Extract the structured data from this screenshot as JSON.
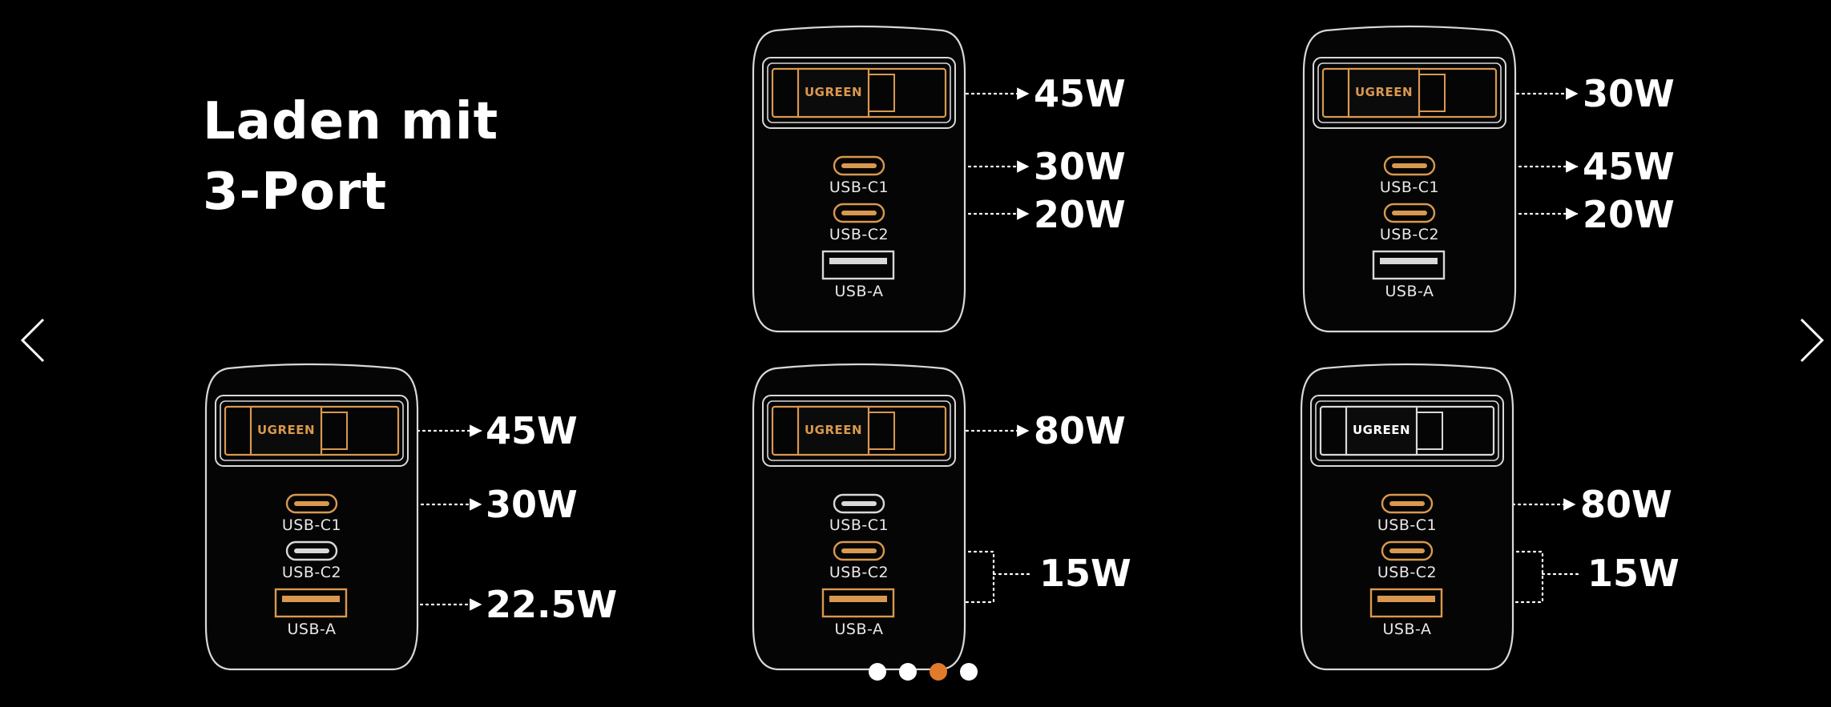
{
  "headline": {
    "line1": "Laden mit",
    "line2": "3-Port"
  },
  "colors": {
    "accent": "#d9984f",
    "outline": "#d8d8d8",
    "active_dot": "#e07b2b",
    "inactive_dot": "#ffffff",
    "background": "#000000"
  },
  "brand_label": "UGREEN",
  "port_labels": {
    "c1": "USB-C1",
    "c2": "USB-C2",
    "a": "USB-A"
  },
  "chargers": [
    {
      "id": "top-middle",
      "outputs": [
        {
          "port": "usb-c3-top",
          "watt": "45W",
          "active": true
        },
        {
          "port": "usb-c1",
          "watt": "30W",
          "active": true
        },
        {
          "port": "usb-c2",
          "watt": "20W",
          "active": true
        },
        {
          "port": "usb-a",
          "watt": "",
          "active": false
        }
      ]
    },
    {
      "id": "top-right",
      "outputs": [
        {
          "port": "usb-c3-top",
          "watt": "30W",
          "active": true
        },
        {
          "port": "usb-c1",
          "watt": "45W",
          "active": true
        },
        {
          "port": "usb-c2",
          "watt": "20W",
          "active": true
        },
        {
          "port": "usb-a",
          "watt": "",
          "active": false
        }
      ]
    },
    {
      "id": "bottom-left",
      "outputs": [
        {
          "port": "usb-c3-top",
          "watt": "45W",
          "active": true
        },
        {
          "port": "usb-c1",
          "watt": "30W",
          "active": true
        },
        {
          "port": "usb-c2",
          "watt": "",
          "active": false
        },
        {
          "port": "usb-a",
          "watt": "22.5W",
          "active": true
        }
      ]
    },
    {
      "id": "bottom-middle",
      "outputs": [
        {
          "port": "usb-c3-top",
          "watt": "80W",
          "active": true
        },
        {
          "port": "usb-c1",
          "watt": "",
          "active": false
        },
        {
          "port": "usb-c2+usb-a",
          "watt": "15W",
          "active": true
        }
      ]
    },
    {
      "id": "bottom-right",
      "outputs": [
        {
          "port": "usb-c3-top",
          "watt": "",
          "active": false
        },
        {
          "port": "usb-c1",
          "watt": "80W",
          "active": true
        },
        {
          "port": "usb-c2+usb-a",
          "watt": "15W",
          "active": true
        }
      ]
    }
  ],
  "carousel": {
    "prev_icon": "chevron-left-icon",
    "next_icon": "chevron-right-icon",
    "slide_count": 4,
    "active_slide": 3
  }
}
